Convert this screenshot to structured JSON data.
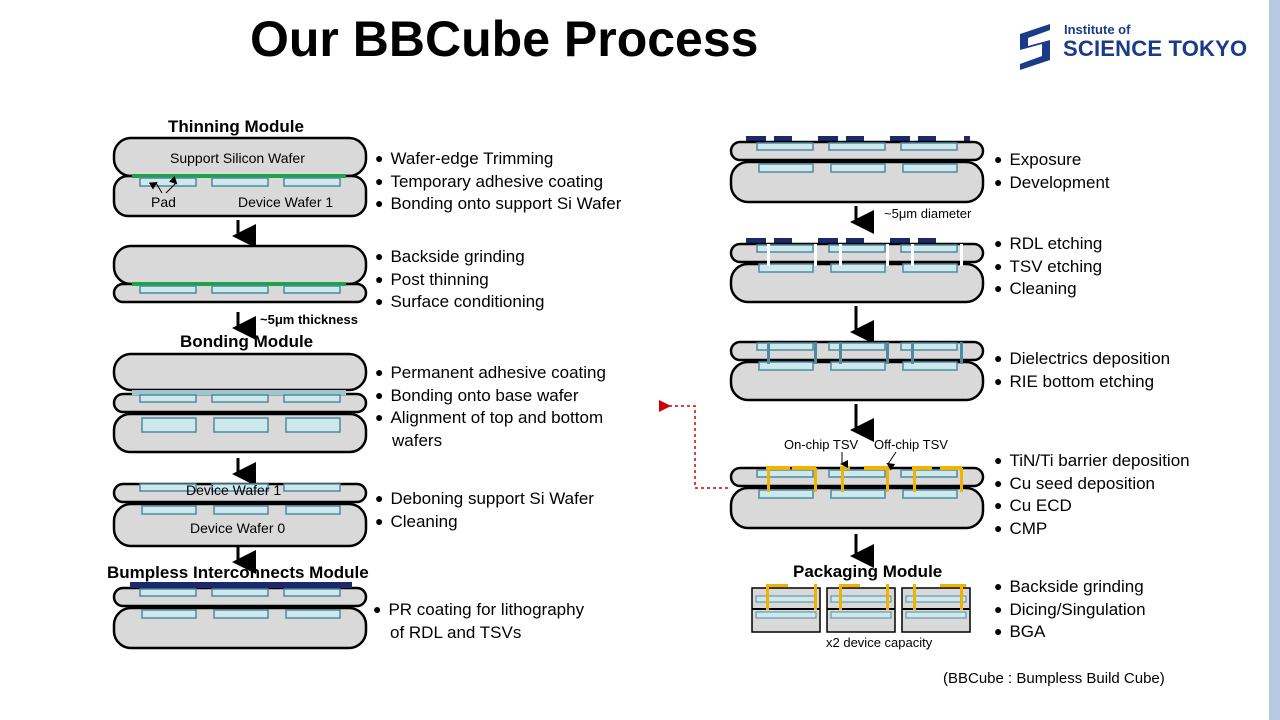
{
  "slide": {
    "title": "Our BBCube Process",
    "logo": {
      "line1": "Institute of",
      "line2": "SCIENCE TOKYO"
    },
    "footnote": "(BBCube : Bumpless Build Cube)"
  },
  "left": {
    "thinning": {
      "title": "Thinning Module",
      "support_label": "Support Silicon Wafer",
      "pad_label": "Pad",
      "device_label": "Device Wafer 1",
      "steps1": [
        "Wafer-edge Trimming",
        "Temporary adhesive coating",
        "Bonding onto support Si Wafer"
      ],
      "steps2": [
        "Backside grinding",
        "Post thinning",
        "Surface  conditioning"
      ],
      "thickness_note": "~5μm thickness"
    },
    "bonding": {
      "title": "Bonding Module",
      "steps1": [
        "Permanent adhesive coating",
        "Bonding onto base wafer",
        "Alignment of top and bottom"
      ],
      "steps1_cont": "wafers",
      "dw1_label": "Device Wafer 1",
      "dw0_label": "Device Wafer 0",
      "steps2": [
        "Deboning support Si Wafer",
        "Cleaning"
      ]
    },
    "bumpless": {
      "title": "Bumpless Interconnects Module",
      "step": "PR coating  for lithography",
      "step_cont": "of RDL and TSVs"
    }
  },
  "right": {
    "litho_steps": [
      "Exposure",
      "Development"
    ],
    "diameter_note": "~5μm diameter",
    "etch_steps": [
      "RDL etching",
      "TSV etching",
      "Cleaning"
    ],
    "dielectric_steps": [
      "Dielectrics deposition",
      "RIE bottom etching"
    ],
    "onchip_label": "On-chip TSV",
    "offchip_label": "Off-chip TSV",
    "metal_steps": [
      "TiN/Ti barrier deposition",
      "Cu seed deposition",
      "Cu ECD",
      "CMP"
    ],
    "packaging": {
      "title": "Packaging Module",
      "steps": [
        "Backside grinding",
        "Dicing/Singulation",
        "BGA"
      ],
      "capacity_note": "x2 device capacity"
    }
  },
  "colors": {
    "wafer_fill": "#d9d9d9",
    "pad_fill": "#cfe8ec",
    "pad_stroke": "#4f8aa0",
    "adhesive": "#1fa34a",
    "resist": "#1c2a6b",
    "copper": "#f0b400",
    "brand": "#1b3a8a",
    "guide": "#d00000"
  }
}
